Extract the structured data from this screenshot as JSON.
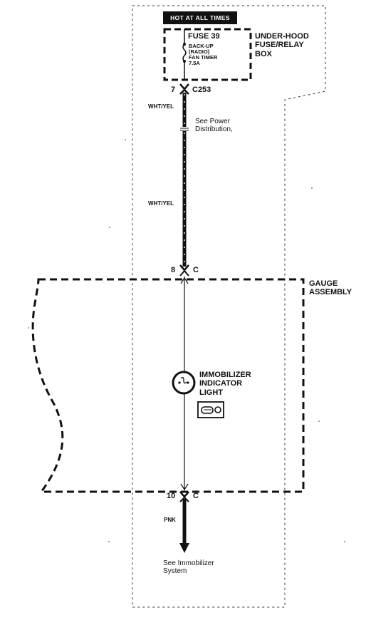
{
  "hot_label": "HOT AT ALL TIMES",
  "fuse": {
    "name": "FUSE 39",
    "description": "BACK-UP\n(RADIO)\nFAN TIMER\n7.5A"
  },
  "underhood_box": "UNDER-HOOD\nFUSE/RELAY\nBOX",
  "connector_top": {
    "pin": "7",
    "name": "C253"
  },
  "wire_top": "WHT/YEL",
  "wire_mid": "WHT/YEL",
  "power_note": "See Power\nDistribution,",
  "connector_mid": {
    "pin": "8",
    "name": "C"
  },
  "gauge_assembly": "GAUGE\nASSEMBLY",
  "indicator": "IMMOBILIZER\nINDICATOR\nLIGHT",
  "connector_bottom": {
    "pin": "10",
    "name": "C"
  },
  "wire_bottom": "PNK",
  "immobilizer_note": "See Immobilizer\nSystem",
  "colors": {
    "ink": "#111111",
    "paper": "#ffffff"
  }
}
